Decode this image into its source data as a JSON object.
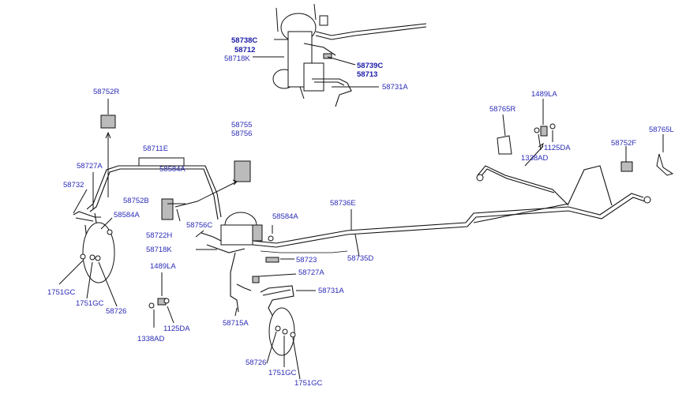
{
  "labels": {
    "l58738C": "58738C",
    "l58712": "58712",
    "l58718K_top": "58718K",
    "l58739C": "58739C",
    "l58713": "58713",
    "l58731A_top": "58731A",
    "l58752R": "58752R",
    "l58711E": "58711E",
    "l58584A_1": "58584A",
    "l58727A_left": "58727A",
    "l58732": "58732",
    "l58584A_2": "58584A",
    "l58752B": "58752B",
    "l58756C": "58756C",
    "l58755": "58755",
    "l58756": "58756",
    "l58722H": "58722H",
    "l58718K_mid": "58718K",
    "l58584A_3": "58584A",
    "l58736E": "58736E",
    "l58723": "58723",
    "l58735D": "58735D",
    "l58727A_mid": "58727A",
    "l58731A_mid": "58731A",
    "l1489LA_left": "1489LA",
    "l1338AD_left": "1338AD",
    "l1125DA_left": "1125DA",
    "l58715A": "58715A",
    "l1751GC_1": "1751GC",
    "l1751GC_2": "1751GC",
    "l58726_left": "58726",
    "l58726_bot": "58726",
    "l1751GC_3": "1751GC",
    "l1751GC_4": "1751GC",
    "l58765R": "58765R",
    "l1489LA_right": "1489LA",
    "l1125DA_right": "1125DA",
    "l1338AD_right": "1338AD",
    "l58752F": "58752F",
    "l58765L": "58765L"
  },
  "colors": {
    "label": "#2b2bb8",
    "line": "#111111"
  }
}
